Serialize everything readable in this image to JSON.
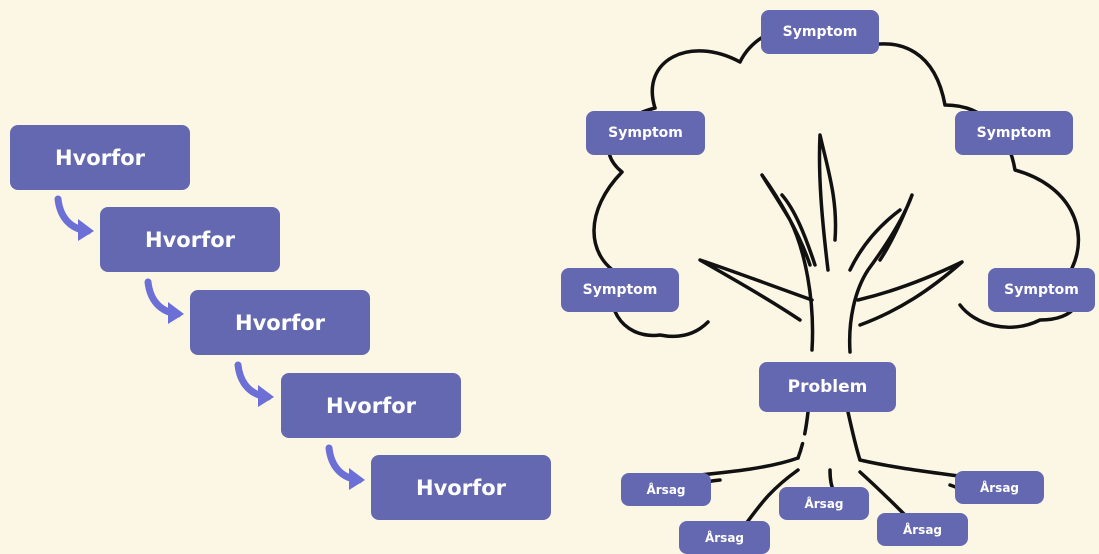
{
  "why_chain": {
    "steps": [
      "Hvorfor",
      "Hvorfor",
      "Hvorfor",
      "Hvorfor",
      "Hvorfor"
    ]
  },
  "tree": {
    "symptoms": [
      "Symptom",
      "Symptom",
      "Symptom",
      "Symptom",
      "Symptom"
    ],
    "problem": "Problem",
    "causes": [
      "Årsag",
      "Årsag",
      "Årsag",
      "Årsag",
      "Årsag"
    ]
  },
  "colors": {
    "background": "#fcf6e5",
    "box": "#6468b0",
    "arrow": "#6b6fd6",
    "box_text": "#ffffff",
    "line": "#111111"
  },
  "icons": [
    "curved-down-right-arrow-icon",
    "tree-outline-icon"
  ]
}
